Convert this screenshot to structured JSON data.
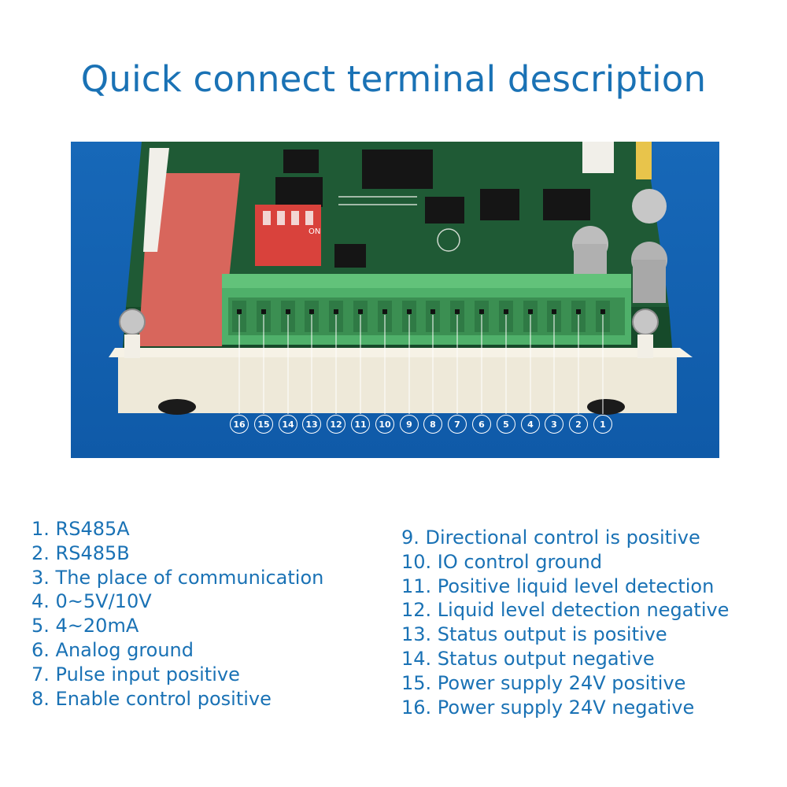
{
  "title": "Quick connect terminal description",
  "photo": {
    "dip_switch_label": "ON",
    "pins": [
      "16",
      "15",
      "14",
      "13",
      "12",
      "11",
      "10",
      "9",
      "8",
      "7",
      "6",
      "5",
      "4",
      "3",
      "2",
      "1"
    ]
  },
  "descriptions_left": [
    "1. RS485A",
    "2. RS485B",
    "3. The place of communication",
    "4. 0~5V/10V",
    "5. 4~20mA",
    "6. Analog ground",
    "7. Pulse input positive",
    "8. Enable control positive"
  ],
  "descriptions_right": [
    "9.   Directional control is positive",
    "10. IO control ground",
    "11. Positive liquid level detection",
    "12. Liquid level detection negative",
    "13. Status output is positive",
    "14. Status output negative",
    "15. Power supply 24V positive",
    "16. Power supply 24V negative"
  ],
  "colors": {
    "title": "#1a72b5",
    "background_photo": "#1264b2",
    "pcb": "#1f5a35",
    "terminal": "#4fb06a"
  }
}
